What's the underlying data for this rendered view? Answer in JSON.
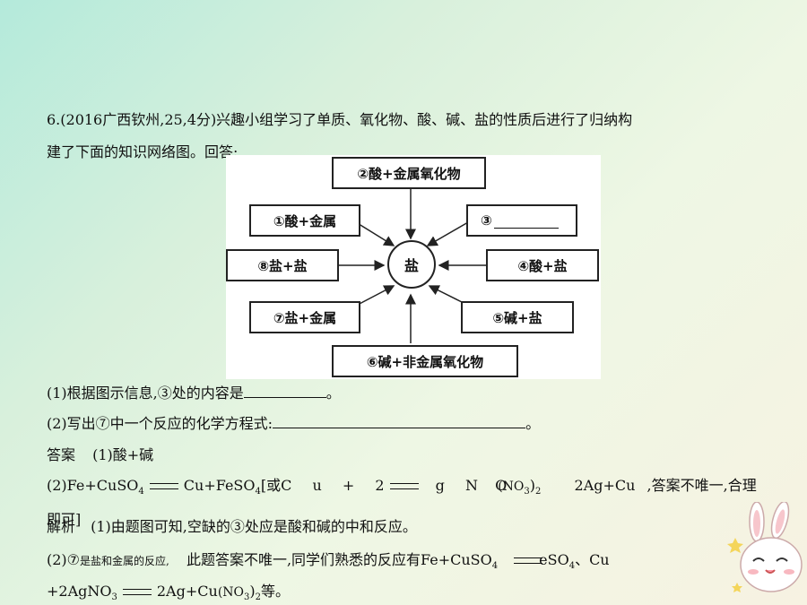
{
  "question": {
    "line1": "6.(2016广西钦州,25,4分)兴趣小组学习了单质、氧化物、酸、碱、盐的性质后进行了归纳构",
    "line2": "建了下面的知识网络图。回答:"
  },
  "diagram": {
    "center": "盐",
    "box2": "②酸+金属氧化物",
    "box1": "①酸+金属",
    "box3": "③",
    "box8": "⑧盐+盐",
    "box4": "④酸+盐",
    "box7": "⑦盐+金属",
    "box5": "⑤碱+盐",
    "box6": "⑥碱+非金属氧化物"
  },
  "q1": {
    "text": "(1)根据图示信息,③处的内容是",
    "end": "。"
  },
  "q2": {
    "text": "(2)写出⑦中一个反应的化学方程式:",
    "end": "。"
  },
  "answer": {
    "label": "答案",
    "a1": "(1)酸+碱",
    "a2_part1": "(2)Fe+CuSO",
    "a2_sub4": "4",
    "a2_part2": "Cu+FeSO",
    "a2_part3": "[或C",
    "a2_u": "u",
    "a2_plus": "+",
    "a2_two": "2",
    "a2_g": "g",
    "a2_N": "N",
    "a2_O": "O",
    "a2_no3": "(NO",
    "a2_sub3": "3",
    "a2_close": ")",
    "a2_sub2": "2",
    "a2_part4": "2Ag+Cu",
    "a2_tail": ",答案不唯一,合理",
    "a2_tail2": "即可]"
  },
  "analysis": {
    "label": "解析",
    "b1": "(1)由题图可知,空缺的③处应是酸和碱的中和反应。",
    "b2_part1": "(2)⑦",
    "b2_small": "是盐和金属的反应,",
    "b2_part2": "此题答案不唯一,同学们熟悉的反应有",
    "b2_part3": "Fe+CuSO",
    "b2_part4": "eSO",
    "b2_part5": "、Cu",
    "b3_part1": "+2AgNO",
    "b3_part2": "2Ag+Cu",
    "b3_no3": "(NO",
    "b3_end": "等。"
  }
}
